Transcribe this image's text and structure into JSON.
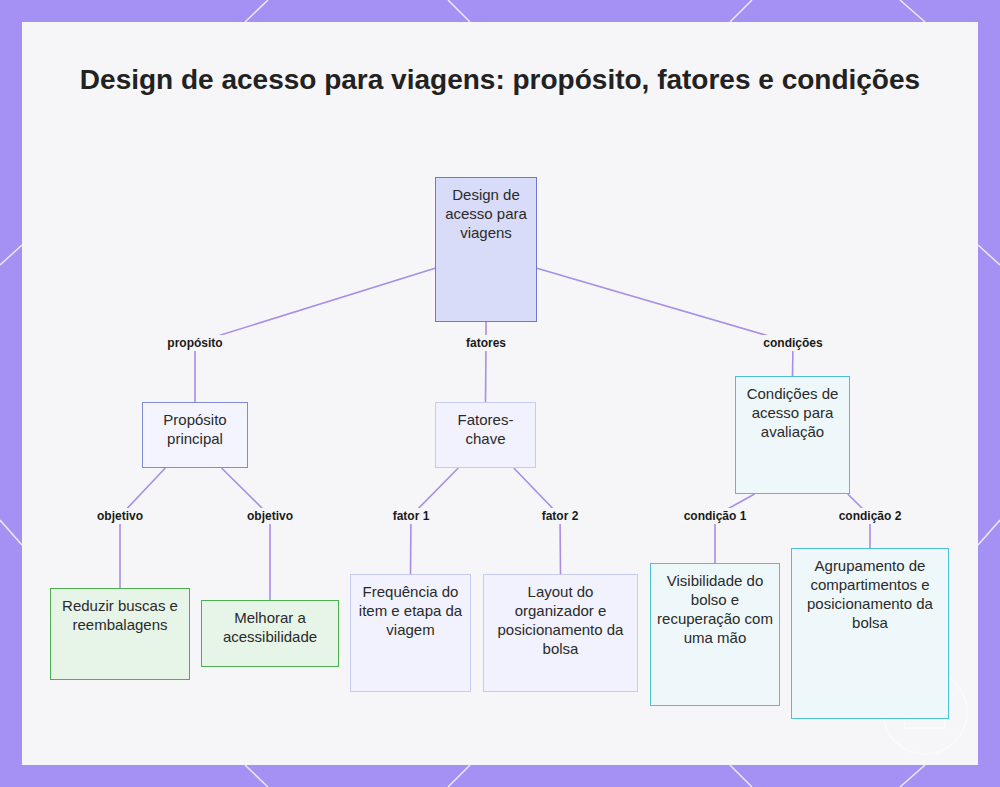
{
  "diagram": {
    "title": "Design de acesso para viagens: propósito, fatores e condições",
    "nodes": [
      {
        "text": [
          "Design de acesso para viagens"
        ]
      },
      {
        "text": [
          "Propósito principal"
        ]
      },
      {
        "text": [
          "Fatores-chave"
        ]
      },
      {
        "text": [
          "Condições de acesso para avaliação"
        ]
      },
      {
        "text": [
          "Reduzir buscas e reembalagens"
        ]
      },
      {
        "text": [
          "Melhorar a acessibilidade"
        ]
      },
      {
        "text": [
          "Frequência do item e etapa da viagem"
        ]
      },
      {
        "text": [
          "Layout do organizador e posicionamento da bolsa"
        ]
      },
      {
        "text": [
          "Visibilidade do bolso e recuperação com uma mão"
        ]
      },
      {
        "text": [
          "Agrupamento de compartimentos e posicionamento da bolsa"
        ]
      }
    ],
    "edges": [
      {
        "from": 0,
        "to": 1,
        "label": "propósito",
        "arrow": "none"
      },
      {
        "from": 0,
        "to": 2,
        "label": "fatores",
        "arrow": "none"
      },
      {
        "from": 0,
        "to": 3,
        "label": "condições",
        "arrow": "none"
      },
      {
        "from": 1,
        "to": 4,
        "label": "objetivo",
        "arrow": "none"
      },
      {
        "from": 1,
        "to": 5,
        "label": "objetivo",
        "arrow": "none"
      },
      {
        "from": 2,
        "to": 6,
        "label": "fator 1",
        "arrow": "none"
      },
      {
        "from": 2,
        "to": 7,
        "label": "fator 2",
        "arrow": "none"
      },
      {
        "from": 3,
        "to": 8,
        "label": "condição 1",
        "arrow": "none"
      },
      {
        "from": 3,
        "to": 9,
        "label": "condição 2",
        "arrow": "none"
      }
    ]
  }
}
